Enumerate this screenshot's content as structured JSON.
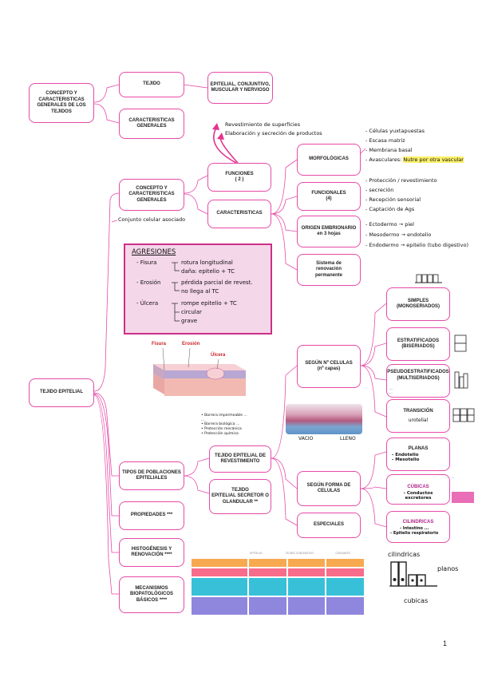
{
  "boxes": {
    "concepto_general": "CONCEPTO Y\nCARACTERISTICAS\nGENERALES DE LOS\nTEJIDOS",
    "tejido": "TEJIDO",
    "tipos_tejido": "EPITELIAL, CONJUNTIVO,\nMUSCULAR Y NERVIOSO",
    "caracteristicas_generales": "CARACTERISTICAS\nGENERALES",
    "concepto_caract": "CONCEPTO Y\nCARACTERISTICAS\nGENERALES",
    "funciones": "FUNCIONES\n( 2 )",
    "caracteristicas": "CARACTERISTICAS",
    "morfologicas": "MORFOLÓGICAS",
    "funcionales": "FUNCIONALES\n(4)",
    "origen": "ORIGEN EMBRIONARIO\nen 3 hojas",
    "sistema": "Sistema de\nrenovación\npermanente",
    "tejido_epitelial": "TEJIDO EPITELIAL",
    "tipos_poblaciones": "TIPOS DE POBLACIONES\nEPITELIALES",
    "propiedades": "PROPIEDADES ***",
    "histogenesis": "HISTOGÉNESIS Y\nRENOVACIÓN ****",
    "mecanismos": "MECANISMOS\nBIOPATOLÓGICOS\nBÁSICOS ****",
    "revestimiento": "TEJIDO EPITELIAL DE\nREVESTIMIENTO",
    "secretor": "TEJIDO\nEPITELIAL SECRETOR O\nGLANDULAR **",
    "segun_celulas": "SEGÚN Nº CELULAS\n(nº capas)",
    "segun_forma": "SEGÚN FORMA DE\nCELULAS",
    "especiales": "ESPECIALES",
    "simples": "SIMPLES\n(MONOSERIADOS)",
    "estratificados": "ESTRATIFICADOS\n(BISERIADOS)",
    "pseudo": "PSEUDOESTRATIFICADOS\n(MULTISERIADOS)",
    "transicion": "TRANSICIÓN",
    "planas": "PLANAS",
    "cubicas": "CÚBICAS",
    "cilindricas": "CILINDRICAS"
  },
  "notes": {
    "funciones_1": "Revestimiento de superficies",
    "funciones_2": "Elaboración y secreción de productos",
    "conjunto": "Conjunto celular asociado",
    "morf_1": "- Células yuxtapuestas",
    "morf_2": "- Escasa matriz",
    "morf_3": "- Membrana basal",
    "morf_4": "- Avasculares:",
    "morf_4_hl": "Nutre por otra vascular",
    "func_1": "- Protección / revestimiento",
    "func_2": "- secreción",
    "func_3": "- Recepción sensorial",
    "func_4": "- Captación de Ags",
    "orig_1": "- Ectodermo → piel",
    "orig_2": "- Mesodermo → endotelio",
    "orig_3": "- Endodermo → epitelio (tubo digestivo)",
    "rev_notes": "• Barrera impermeable ...\n  ...\n• Barrera biológica ...\n• Protección mecánica\n• Protección química",
    "pseudo_note": "...\n...",
    "transicion_note": "urotelial",
    "planas_notes": "- Endotelio\n- Mesotelio",
    "cubicas_notes": "- Conductos excretores",
    "cubicas_side": "...",
    "cilindricas_notes": "- Intestino ...\n- Epitelio respiratorio",
    "vacio": "VACIO",
    "lleno": "LLENO",
    "cilindricas_label": "cilindricas",
    "planos_label": "planos",
    "cubicas_label": "cubicas"
  },
  "agresiones": {
    "title": "AGRESIONES",
    "fisura": "- Fisura",
    "fisura_1": "rotura longitudinal",
    "fisura_2": "daña: epitelio + TC",
    "erosion": "- Erosión",
    "erosion_1": "pérdida parcial de revest.",
    "erosion_2": "no llega al TC",
    "ulcera": "- Úlcera",
    "ulcera_1": "rompe epitelio + TC",
    "ulcera_2": "circular",
    "ulcera_3": "grave"
  },
  "figure_labels": {
    "fisura": "Fisura",
    "erosion": "Erosión",
    "ulcera": "Úlcera"
  },
  "table": {
    "headers": [
      "EPITELIO",
      "TEJIDO CONJUNTIVO",
      "CONJUNTO"
    ]
  },
  "page_number": "1",
  "colors": {
    "border": "#e64aa8",
    "arrow": "#e3338f",
    "highlight": "#fbf06a"
  }
}
